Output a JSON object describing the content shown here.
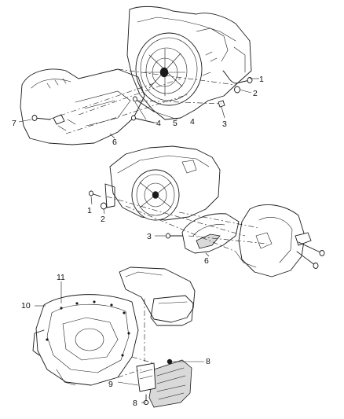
{
  "callouts": {
    "top": [
      "1",
      "2",
      "3",
      "4",
      "4",
      "5",
      "6",
      "7"
    ],
    "middle": [
      "1",
      "2",
      "3",
      "6"
    ],
    "bottom": [
      "8",
      "8",
      "9",
      "10",
      "11"
    ]
  }
}
